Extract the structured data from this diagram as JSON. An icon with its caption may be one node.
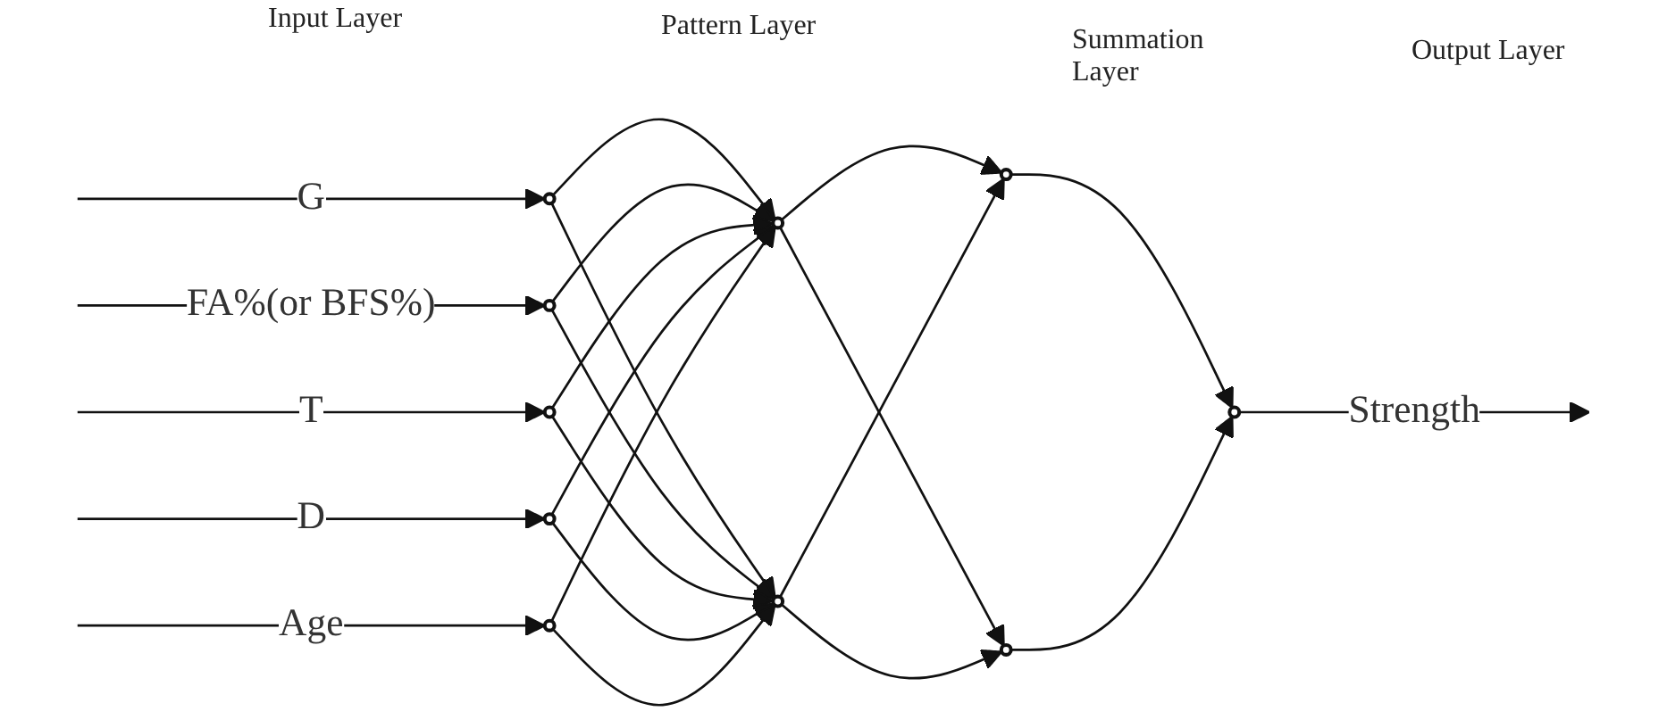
{
  "diagram": {
    "nodes": [
      {
        "text": [],
        "shape": "circle"
      },
      {
        "text": [],
        "shape": "circle"
      },
      {
        "text": [],
        "shape": "circle"
      },
      {
        "text": [],
        "shape": "circle"
      },
      {
        "text": [],
        "shape": "circle"
      },
      {
        "text": [],
        "shape": "circle"
      },
      {
        "text": [],
        "shape": "circle"
      },
      {
        "text": [],
        "shape": "circle"
      },
      {
        "text": [],
        "shape": "circle"
      },
      {
        "text": [],
        "shape": "circle"
      }
    ],
    "edges": [
      {
        "from": null,
        "to": 0,
        "arrow": "to",
        "label": "G"
      },
      {
        "from": null,
        "to": 1,
        "arrow": "to",
        "label": "FA%(or BFS%)"
      },
      {
        "from": null,
        "to": 2,
        "arrow": "to",
        "label": "T"
      },
      {
        "from": null,
        "to": 3,
        "arrow": "to",
        "label": "D"
      },
      {
        "from": null,
        "to": 4,
        "arrow": "to",
        "label": "Age"
      },
      {
        "from": 0,
        "to": 5,
        "arrow": "to"
      },
      {
        "from": 0,
        "to": 6,
        "arrow": "to"
      },
      {
        "from": 1,
        "to": 5,
        "arrow": "to"
      },
      {
        "from": 1,
        "to": 6,
        "arrow": "to"
      },
      {
        "from": 2,
        "to": 5,
        "arrow": "to"
      },
      {
        "from": 2,
        "to": 6,
        "arrow": "to"
      },
      {
        "from": 3,
        "to": 5,
        "arrow": "to"
      },
      {
        "from": 3,
        "to": 6,
        "arrow": "to"
      },
      {
        "from": 4,
        "to": 5,
        "arrow": "to"
      },
      {
        "from": 4,
        "to": 6,
        "arrow": "to"
      },
      {
        "from": 5,
        "to": 7,
        "arrow": "to"
      },
      {
        "from": 5,
        "to": 8,
        "arrow": "to"
      },
      {
        "from": 6,
        "to": 7,
        "arrow": "to"
      },
      {
        "from": 6,
        "to": 8,
        "arrow": "to"
      },
      {
        "from": 7,
        "to": 9,
        "arrow": "to"
      },
      {
        "from": 8,
        "to": 9,
        "arrow": "to"
      },
      {
        "from": 9,
        "to": null,
        "arrow": "to",
        "label": "Strength"
      }
    ],
    "labels": [
      "Input Layer",
      "Pattern Layer",
      "Summation Layer",
      "Output Layer"
    ]
  }
}
